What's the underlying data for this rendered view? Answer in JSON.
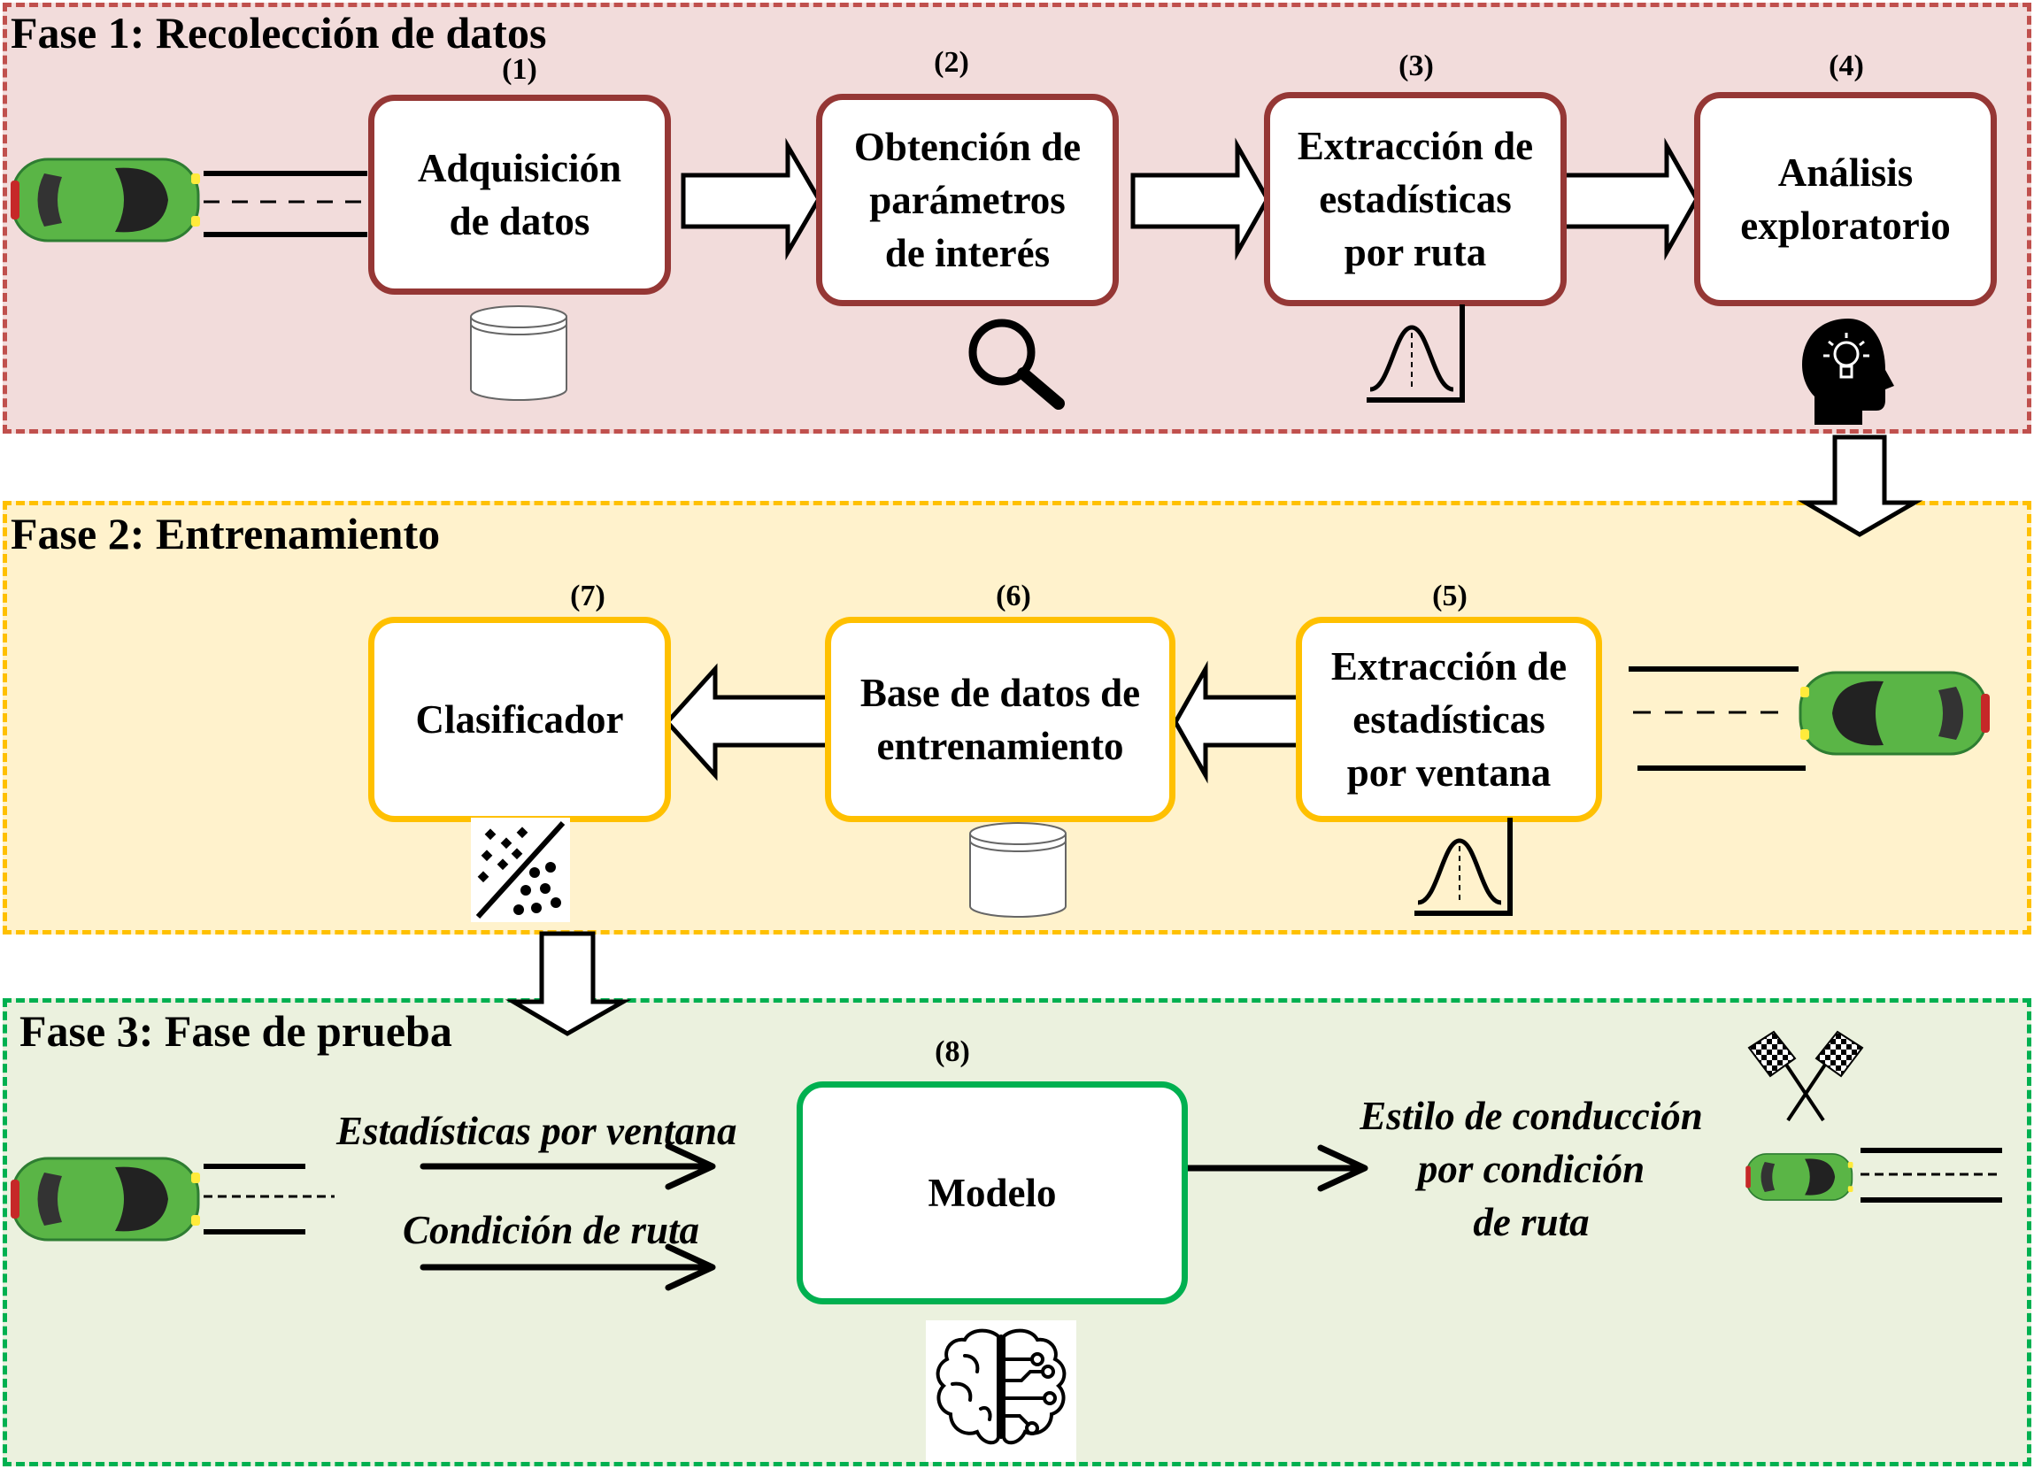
{
  "phases": [
    {
      "title": "Fase 1: Recolección de datos",
      "color": "#c0504d",
      "fill": "#f2dcdb"
    },
    {
      "title": "Fase 2: Entrenamiento",
      "color": "#ffc000",
      "fill": "#fff2cc"
    },
    {
      "title": "Fase 3: Fase de prueba",
      "color": "#00b050",
      "fill": "#ebf1de"
    }
  ],
  "steps": [
    {
      "number": "(1)",
      "label": "Adquisición\nde datos",
      "icon": "database-icon"
    },
    {
      "number": "(2)",
      "label": "Obtención de\nparámetros\nde interés",
      "icon": "magnifier-icon"
    },
    {
      "number": "(3)",
      "label": "Extracción de\nestadísticas\npor ruta",
      "icon": "bell-curve-icon"
    },
    {
      "number": "(4)",
      "label": "Análisis\nexploratorio",
      "icon": "head-lightbulb-icon"
    },
    {
      "number": "(5)",
      "label": "Extracción de\nestadísticas\npor ventana",
      "icon": "bell-curve-icon"
    },
    {
      "number": "(6)",
      "label": "Base de datos de\nentrenamiento",
      "icon": "database-icon"
    },
    {
      "number": "(7)",
      "label": "Clasificador",
      "icon": "scatter-classifier-icon"
    },
    {
      "number": "(8)",
      "label": "Modelo",
      "icon": "brain-circuit-icon"
    }
  ],
  "inputs": [
    "Estadísticas por ventana",
    "Condición de ruta"
  ],
  "output": "Estilo de conducción\npor condición\nde ruta",
  "icons": [
    "car-icon",
    "road-icon",
    "checkered-flags-icon"
  ]
}
